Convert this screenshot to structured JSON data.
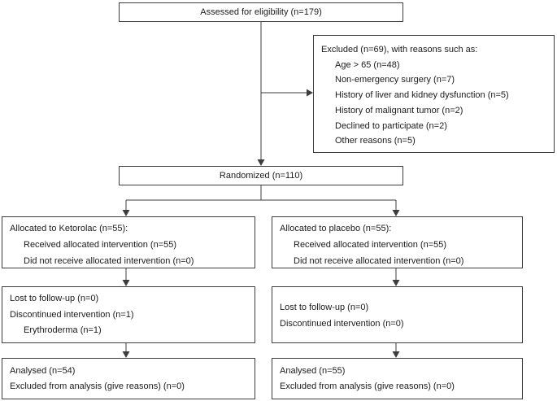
{
  "colors": {
    "border": "#3d3d3d",
    "connector": "#3d3d3d",
    "text": "#1b1b1b",
    "background": "#ffffff"
  },
  "boxes": {
    "assessed": {
      "text": "Assessed for eligibility (n=179)"
    },
    "excluded": {
      "lines": [
        "Excluded (n=69), with reasons such as:",
        "Age > 65 (n=48)",
        "Non-emergency surgery (n=7)",
        "History of liver and kidney dysfunction (n=5)",
        "History of malignant tumor (n=2)",
        "Declined to participate (n=2)",
        "Other reasons (n=5)"
      ]
    },
    "randomized": {
      "text": "Randomized (n=110)"
    },
    "allocation_left": {
      "lines": [
        "Allocated to Ketorolac (n=55):",
        "Received allocated intervention (n=55)",
        "Did not receive allocated intervention (n=0)"
      ]
    },
    "allocation_right": {
      "lines": [
        "Allocated to placebo (n=55):",
        "Received allocated intervention (n=55)",
        "Did not receive allocated intervention (n=0)"
      ]
    },
    "followup_left": {
      "lines": [
        "Lost to follow-up (n=0)",
        "Discontinued intervention (n=1)",
        "Erythroderma (n=1)"
      ]
    },
    "followup_right": {
      "lines": [
        "Lost to follow-up (n=0)",
        "Discontinued intervention (n=0)"
      ]
    },
    "analysis_left": {
      "lines": [
        "Analysed (n=54)",
        "Excluded from analysis (give reasons) (n=0)"
      ]
    },
    "analysis_right": {
      "lines": [
        "Analysed (n=55)",
        "Excluded from analysis (give reasons) (n=0)"
      ]
    }
  }
}
